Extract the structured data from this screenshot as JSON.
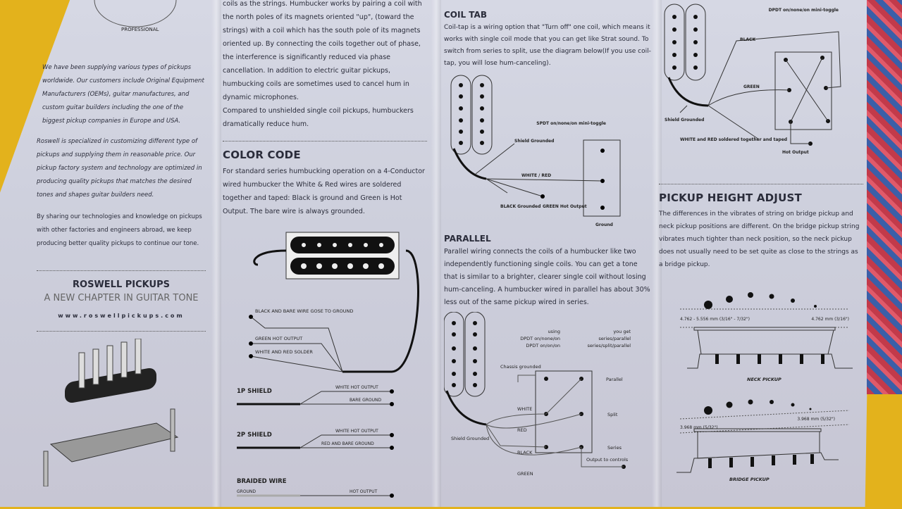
{
  "intro": {
    "logo_text": "PROFESSIONAL",
    "p1": "We have been supplying various types of pickups worldwide. Our customers include Original Equipment Manufacturers (OEMs), guitar manufactures, and custom guitar builders including the one of the biggest pickup companies in Europe and USA.",
    "p2": "Roswell is specialized in customizing different type of pickups and supplying them in reasonable price. Our pickup factory system and technology are optimized in producing quality pickups that matches the desired tones and shapes guitar builders need.",
    "p3": "By sharing our technologies and knowledge on pickups with other factories and engineers abroad, we keep producing better quality pickups to continue our tone.",
    "brand": "ROSWELL PICKUPS",
    "tagline": "A NEW CHAPTER IN GUITAR TONE",
    "url": "www.roswellpickups.com"
  },
  "humbucker": {
    "text": "coils as the strings. Humbucker works by pairing a coil with the north poles of its magnets oriented \"up\", (toward the strings) with a coil which has the south pole of its magnets oriented up. By connecting the coils together out of phase, the interference is significantly reduced via phase cancellation. In addition to electric guitar pickups, humbucking coils are sometimes used to cancel hum in dynamic microphones.",
    "text2": "Compared to unshielded single coil pickups, humbuckers dramatically reduce hum."
  },
  "color_code": {
    "title": "COLOR CODE",
    "text": "For standard series humbucking operation on a 4-Conductor wired humbucker the White & Red wires are soldered together and taped: Black is ground and Green is Hot Output. The bare wire is always grounded.",
    "wires": [
      "BLACK AND BARE WIRE GOSE TO GROUND",
      "GREEN HOT OUTPUT",
      "WHITE AND RED SOLDER"
    ],
    "shield1": {
      "title": "1P SHIELD",
      "a": "WHITE HOT OUTPUT",
      "b": "BARE GROUND"
    },
    "shield2": {
      "title": "2P SHIELD",
      "a": "WHITE HOT OUTPUT",
      "b": "RED AND BARE GROUND"
    },
    "braided": {
      "title": "BRAIDED WIRE",
      "a": "GROUND",
      "b": "HOT OUTPUT"
    }
  },
  "coil_tab": {
    "title": "COIL TAB",
    "text": "Coil-tap is a wiring option that \"Turn off\" one coil, which means it works with single coil mode that you can get like Strat sound. To switch from series to split, use the diagram below(If you use coil-tap, you will lose hum-canceling).",
    "switch": "SPDT on/none/on mini-toggle",
    "shield": "Shield Grounded",
    "white_red": "WHITE / RED",
    "black": "BLACK Grounded",
    "green": "GREEN Hot Output",
    "ground": "Ground"
  },
  "parallel": {
    "title": "PARALLEL",
    "text": "Parallel wiring connects the coils of a humbucker like two independently functioning single coils. You can get a tone that is similar to a brighter, clearer single coil without losing hum-canceling. A humbucker wired in parallel has about 30% less out of the same pickup wired in series.",
    "using": [
      "using",
      "DPDT on/none/on",
      "DPDT on/on/on"
    ],
    "get": [
      "you get",
      "series/parallel",
      "series/split/parallel"
    ],
    "chassis": "Chassis grounded",
    "white": "WHITE",
    "red": "RED",
    "black": "BLACK",
    "green": "GREEN",
    "shield": "Shield Grounded",
    "p": "Parallel",
    "split": "Split",
    "series": "Series",
    "output": "Output to controls"
  },
  "dpdt": {
    "switch": "DPDT on/none/on mini-toggle",
    "black": "BLACK",
    "green": "GREEN",
    "shield": "Shield Grounded",
    "white_red": "WHITE and RED soldered together and taped",
    "hot": "Hot Output"
  },
  "height": {
    "title": "PICKUP HEIGHT ADJUST",
    "text": "The differences in the vibrates of string on bridge pickup and neck pickup positions are different. On the bridge pickup string vibrates much tighter than neck position, so the neck pickup does not usually need to be set quite as close to the strings as a bridge pickup.",
    "neck_left": "4.762 - 5.556 mm (3/16\" - 7/32\")",
    "neck_right": "4.762 mm (3/16\")",
    "neck": "NECK PICKUP",
    "bridge_left": "3.968 mm (5/32\")",
    "bridge_right": "3.968 mm (5/32\")",
    "bridge": "BRIDGE PICKUP"
  }
}
